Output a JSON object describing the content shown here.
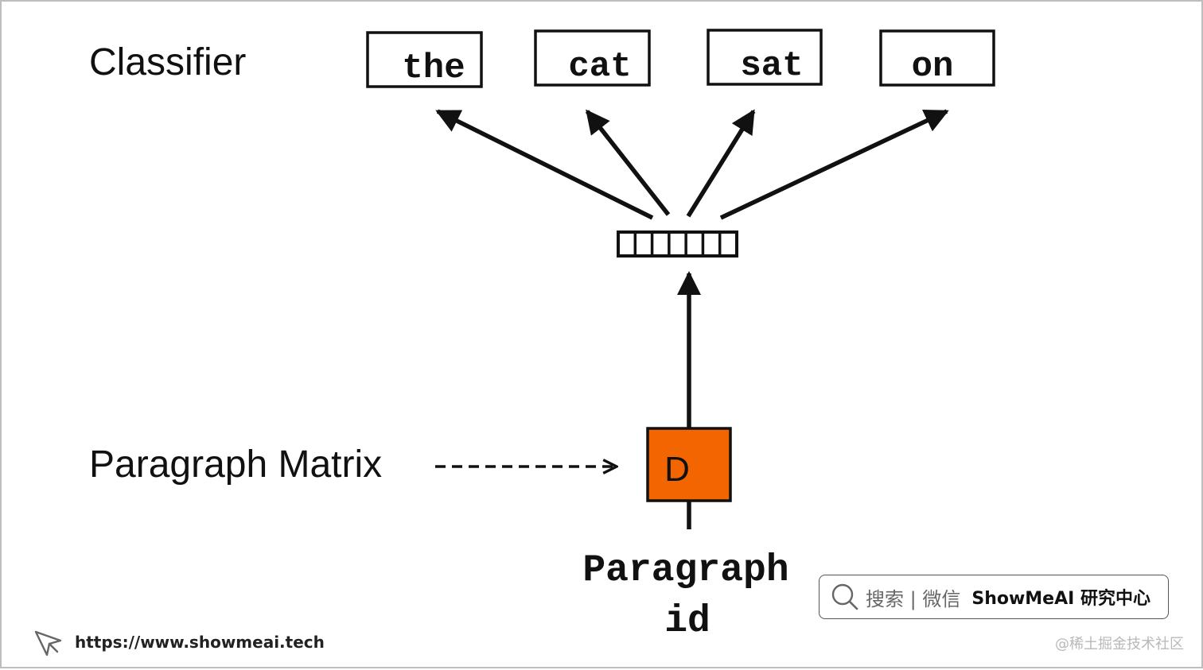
{
  "diagram": {
    "classifier_label": "Classifier",
    "output_words": [
      "the",
      "cat",
      "sat",
      "on"
    ],
    "paragraph_matrix_label": "Paragraph Matrix",
    "paragraph_vector_label": "D",
    "paragraph_id_line1": "Paragraph",
    "paragraph_id_line2": "id",
    "vector_cells": 7,
    "colors": {
      "paragraph_box": "#f26500",
      "stroke": "#111111"
    }
  },
  "footer": {
    "url": "https://www.showmeai.tech",
    "search_hint": "搜索 | 微信",
    "brand": "ShowMeAI 研究中心",
    "watermark": "@稀土掘金技术社区"
  }
}
